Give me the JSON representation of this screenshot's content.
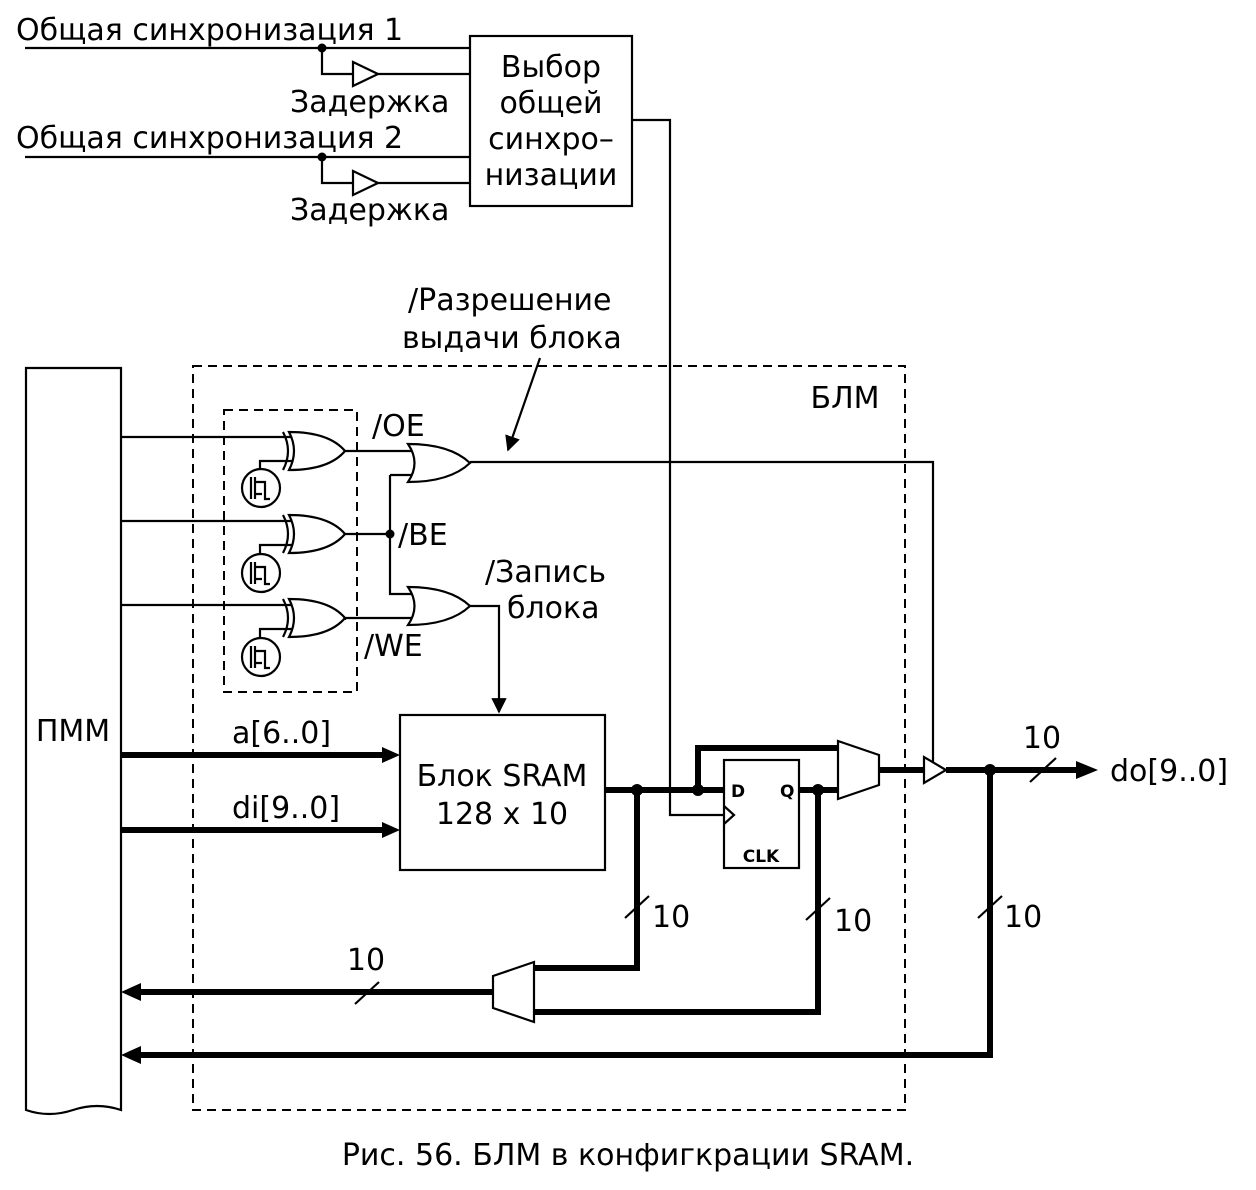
{
  "inputs": {
    "clk1": "Общая синхронизация 1",
    "clk2": "Общая синхронизация 2",
    "delay1": "Задержка",
    "delay2": "Задержка"
  },
  "selector": {
    "line1": "Выбор",
    "line2": "общей",
    "line3": "синхро–",
    "line4": "низации"
  },
  "output_enable_note": {
    "line1": "/Разрешение",
    "line2": "выдачи блока"
  },
  "write_note": {
    "line1": "/Запись",
    "line2": "блока"
  },
  "blm_label": "БЛМ",
  "pmm_label": "ПММ",
  "signals": {
    "oe": "/OE",
    "be": "/BE",
    "we": "/WE",
    "addr": "a[6..0]",
    "din": "di[9..0]",
    "dout": "do[9..0]"
  },
  "sram": {
    "line1": "Блок SRAM",
    "line2": "128 x 10"
  },
  "flipflop": {
    "d": "D",
    "q": "Q",
    "clk": "CLK"
  },
  "bus_widths": {
    "out": "10",
    "fb_left": "10",
    "fb_mid": "10",
    "fb_right": "10",
    "fb_bottom": "10"
  },
  "caption": "Рис. 56. БЛМ в конфигкрации SRAM."
}
